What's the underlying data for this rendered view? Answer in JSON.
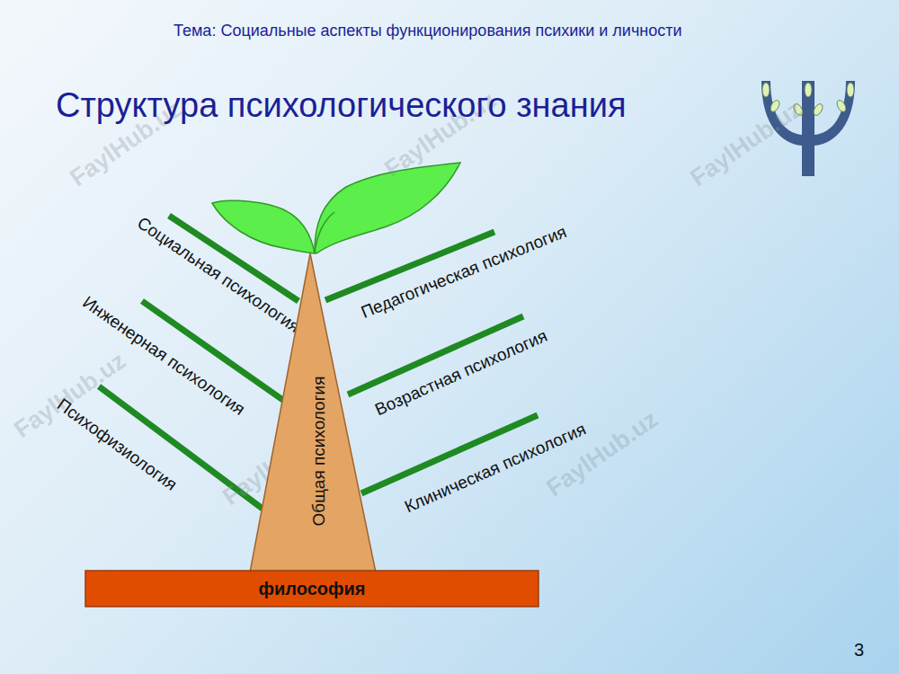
{
  "diagram": {
    "title": "Структура психологического знания",
    "nodes": [
      {
        "text": [
          "Общая психология"
        ]
      },
      {
        "text": [
          "философия"
        ]
      }
    ],
    "labels": [
      "Тема: Социальные аспекты функционирования психики и личности",
      "Социальная психология",
      "Педагогическая психология",
      "Инженерная психология",
      "Возрастная психология",
      "Психофизиология",
      "Клиническая психология",
      "FaylHub.uz",
      "FaylHub.uz",
      "FaylHub.uz",
      "FaylHub.uz",
      "FaylHub.uz",
      "FaylHub.uz",
      "3"
    ]
  }
}
